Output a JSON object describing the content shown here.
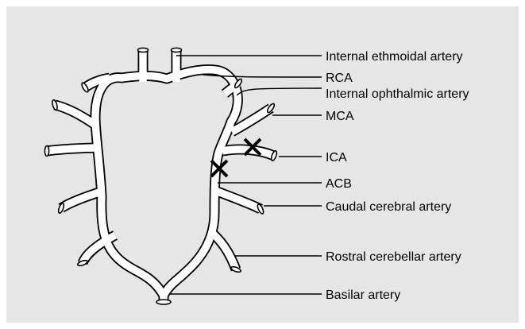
{
  "labels": {
    "internal_ethmoidal": "Internal ethmoidal artery",
    "rca": "RCA",
    "internal_ophthalmic": "Internal ophthalmic artery",
    "mca": "MCA",
    "ica": "ICA",
    "acb": "ACB",
    "caudal_cerebral": "Caudal cerebral artery",
    "rostral_cerebellar": "Rostral cerebellar artery",
    "basilar": "Basilar artery"
  },
  "colors": {
    "panel_background": "#e6e6e6",
    "vessel_outline": "#000000",
    "vessel_lumen": "#ffffff"
  },
  "markers": {
    "ligation_symbol": "cross-icon",
    "ligation_count": 2
  }
}
